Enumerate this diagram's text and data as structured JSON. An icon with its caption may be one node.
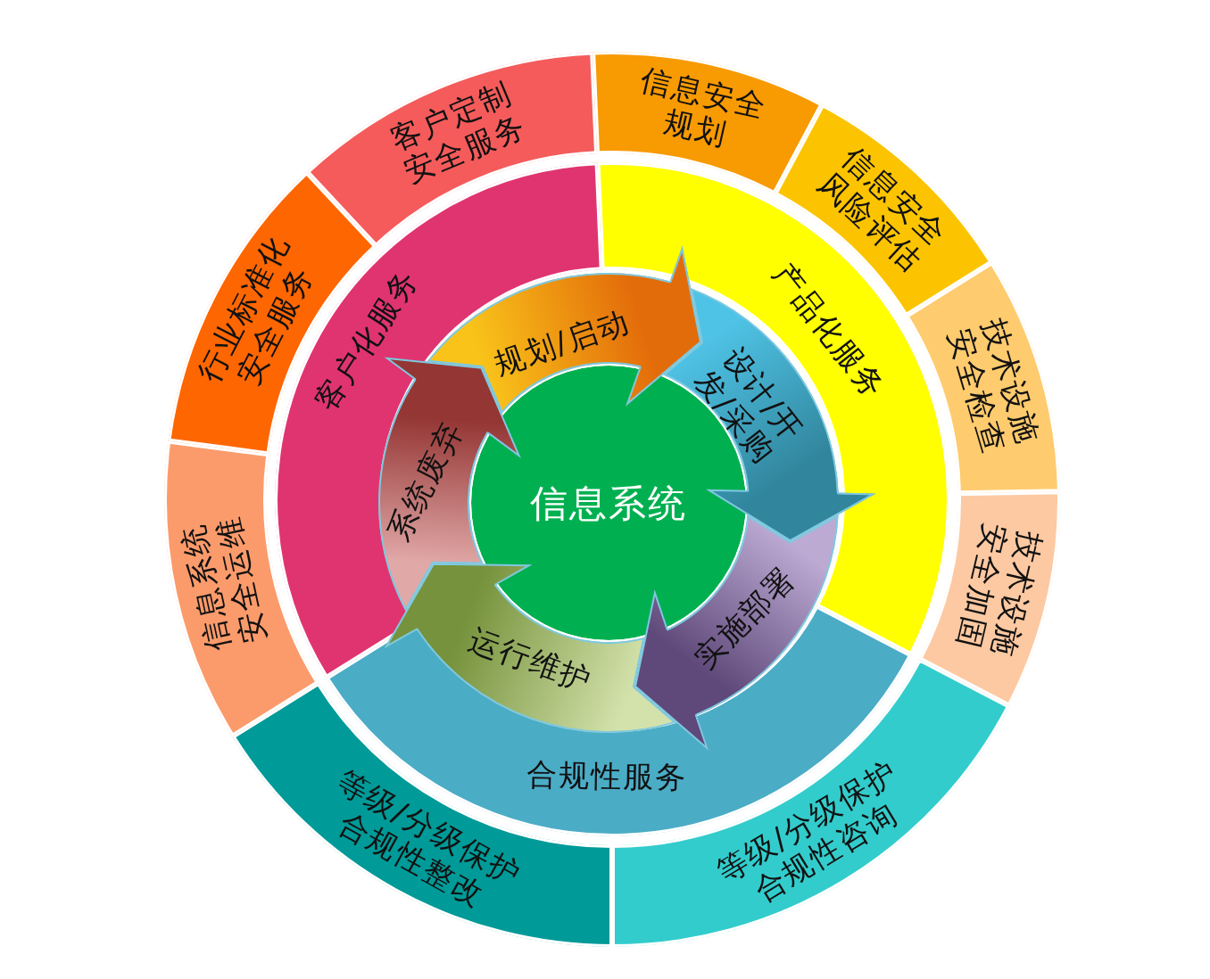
{
  "diagram": {
    "nodes": [
      {
        "text": [
          "信息系统"
        ]
      },
      {
        "text": [
          "规划/启动"
        ]
      },
      {
        "text": [
          "设计/开发/采购"
        ]
      },
      {
        "text": [
          "实施部署"
        ]
      },
      {
        "text": [
          "运行维护"
        ]
      },
      {
        "text": [
          "系统废弃"
        ]
      },
      {
        "text": [
          "客户化服务"
        ]
      },
      {
        "text": [
          "产品化服务"
        ]
      },
      {
        "text": [
          "合规性服务"
        ]
      },
      {
        "text": [
          "客户定制安全服务"
        ]
      },
      {
        "text": [
          "信息安全规划"
        ]
      },
      {
        "text": [
          "信息安全风险评估"
        ]
      },
      {
        "text": [
          "技术设施安全检查"
        ]
      },
      {
        "text": [
          "技术设施安全加固"
        ]
      },
      {
        "text": [
          "等级/分级保护合规性咨询"
        ]
      },
      {
        "text": [
          "等级/分级保护合规性整改"
        ]
      },
      {
        "text": [
          "信息系统安全运维"
        ]
      },
      {
        "text": [
          "行业标准化安全服务"
        ]
      }
    ]
  }
}
